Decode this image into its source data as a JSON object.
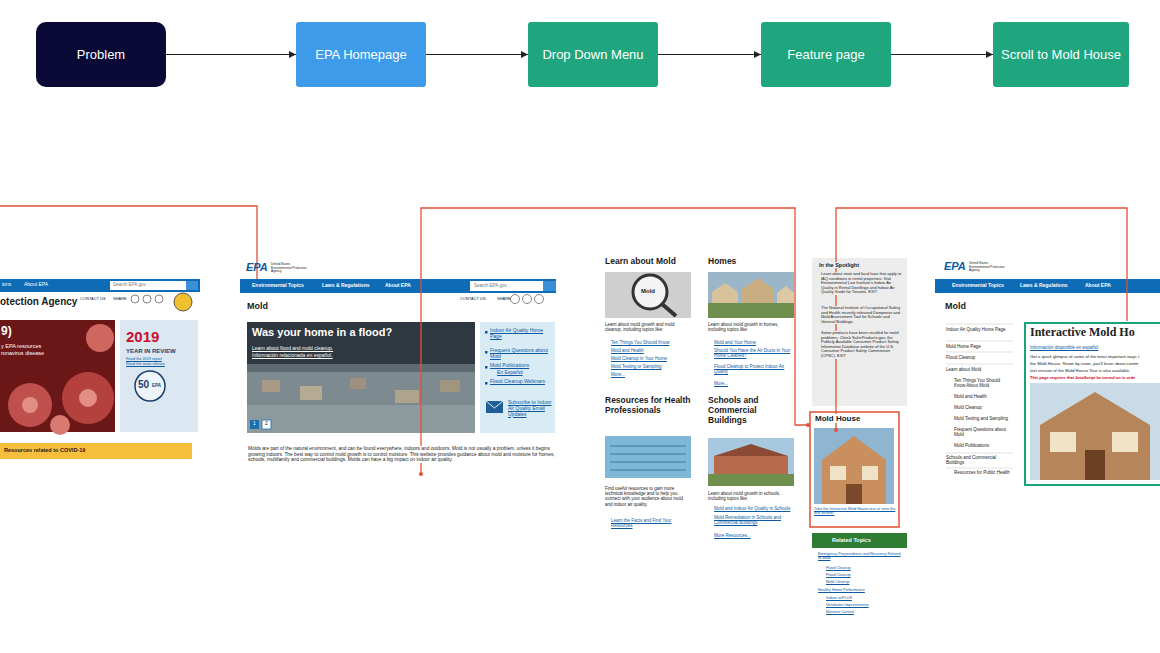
{
  "diagram": {
    "nodes": [
      {
        "text": [
          "Problem"
        ]
      },
      {
        "text": [
          "EPA Homepage"
        ]
      },
      {
        "text": [
          "Drop Down Menu"
        ]
      },
      {
        "text": [
          "Feature page"
        ]
      },
      {
        "text": [
          "Scroll to Mold House"
        ]
      }
    ],
    "edges": [
      {
        "from": 0,
        "to": 1,
        "arrow": "to"
      },
      {
        "from": 1,
        "to": 2,
        "arrow": "to"
      },
      {
        "from": 2,
        "to": 3,
        "arrow": "to"
      },
      {
        "from": 3,
        "to": 4,
        "arrow": "to"
      }
    ],
    "labels": [
      "ions",
      "About EPA",
      "Search EPA.gov",
      "otection Agency",
      "CONTACT US",
      "SHARE",
      "9)",
      "y EPA resources",
      "ronavirus disease",
      "2019",
      "YEAR IN REVIEW",
      "Read the 2019 report",
      "Read the news release",
      "50",
      "EPA",
      "Resources related to COVID-19",
      "EPA",
      "United States Environmental Protection Agency",
      "Environmental Topics",
      "Laws & Regulations",
      "About EPA",
      "Search EPA.gov",
      "Mold",
      "CONTACT US",
      "SHARE",
      "Was your home in a flood?",
      "Learn about flood and mold cleanup.",
      "Información relacionada en español.",
      "1",
      "2",
      "Indoor Air Quality Home Page",
      "Frequent Questions about Mold",
      "Mold Publications",
      "En Español",
      "Flood Cleanup Webinars",
      "Subscribe to Indoor Air Quality Email Updates",
      "Molds are part of the natural environment, and can be found everywhere, indoors and outdoors. Mold is not usually a problem, unless it begins growing indoors. The best way to control mold growth is to control moisture. This website provides guidance about mold and moisture for homes, schools, multifamily and commercial buildings. Molds can have a big impact on indoor air quality.",
      "Learn about Mold",
      "Mold",
      "Learn about mold growth and mold cleanup, including topics like:",
      "Ten Things You Should Know",
      "Mold and Health",
      "Mold Cleanup in Your Home",
      "Mold Testing or Sampling",
      "More...",
      "Resources for Health Professionals",
      "Find useful resources to gain more technical knowledge and to help you connect with your audience about mold and indoor air quality.",
      "Learn the Facts and Find Your Resources",
      "Homes",
      "Learn about mold growth in homes, including topics like:",
      "Mold and Your Home",
      "Should You Have the Air Ducts in Your Home Cleaned?",
      "Flood Cleanup to Protect Indoor Air Quality",
      "More...",
      "Schools and Commercial Buildings",
      "Learn about mold growth in schools, including topics like:",
      "Mold and Indoor Air Quality in Schools",
      "Mold Remediation in Schools and Commercial Buildings",
      "More Resources...",
      "In the Spotlight",
      "Learn about state and local laws that apply to IAQ conditions in rental properties. Visit Environmental Law Institute's Indoor Air Quality in Rental Dwellings and Indoor Air Quality Guide for Tenants. EXIT",
      "The National Institute of Occupational Safety and Health recently released Dampness and Mold Assessment Tool for Schools and General Buildings.",
      "Some products have been recalled for mold problems. Check SaferProducts.gov, the Publicly Available Consumer Product Safety Information Database website of the U.S. Consumer Product Safety Commission (CPSC). EXIT",
      "Mold House",
      "Take the Interactive Mold House tour or view the text version.",
      "Related Topics",
      "Emergency Preparedness and Recovery Related to Mold",
      "Flood Cleanup",
      "Flood Cleanup",
      "Mold Cleanup",
      "Healthy Home Performance",
      "Indoor airPLUS",
      "Ventilation Improvements",
      "Moisture Control",
      "EPA",
      "United States Environmental Protection Agency",
      "Environmental Topics",
      "Laws & Regulations",
      "About EPA",
      "Mold",
      "Indoor Air Quality Home Page",
      "Mold Home Page",
      "Flood Cleanup",
      "Learn about Mold",
      "Ten Things You Should Know About Mold",
      "Mold and Health",
      "Mold Cleanup",
      "Mold Testing and Sampling",
      "Frequent Questions about Mold",
      "Mold Publications",
      "Schools and Commercial Buildings",
      "Resources for Public Health",
      "Interactive Mold Ho",
      "Información disponible en español",
      "Get a quick glimpse of some of the most important ways t",
      "the Mold House. Room by room, you'll learn about comm",
      "text version of the Mold House Tour is also available.",
      "This page requires that JavaScript be turned on in orde"
    ]
  }
}
